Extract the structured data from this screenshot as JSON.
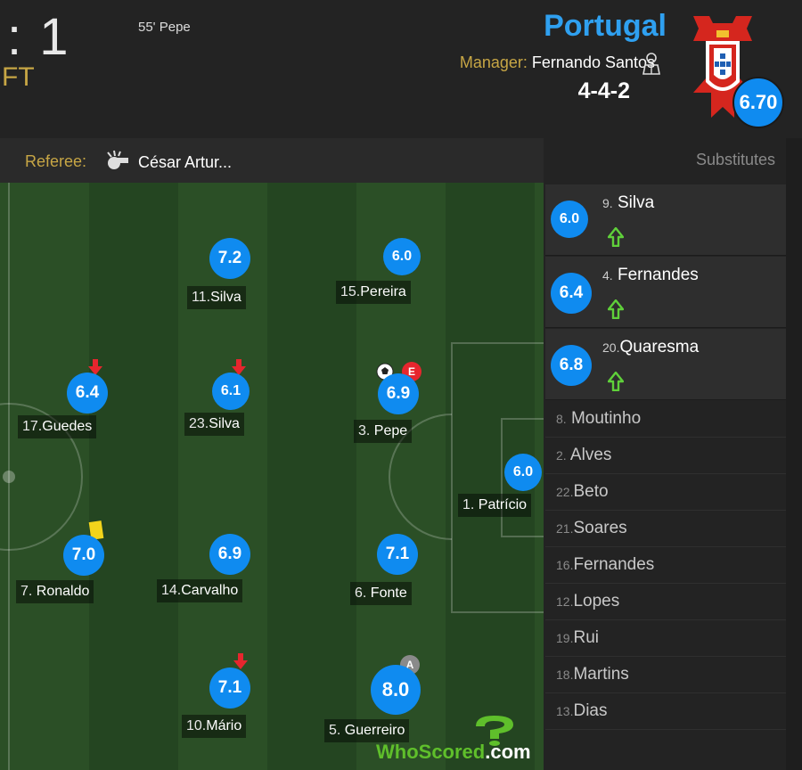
{
  "header": {
    "score": ": 1",
    "status": "FT",
    "goal_event": "55' Pepe",
    "team_name": "Portugal",
    "manager_label": "Manager:",
    "manager_name": "Fernando Santos",
    "formation": "4-4-2",
    "team_rating": "6.70"
  },
  "referee": {
    "label": "Referee:",
    "name": "César Artur..."
  },
  "players": [
    {
      "num": "11.",
      "name": "Silva",
      "rating": "7.2"
    },
    {
      "num": "15.",
      "name": "Pereira",
      "rating": "6.0"
    },
    {
      "num": "17.",
      "name": "Guedes",
      "rating": "6.4"
    },
    {
      "num": "23.",
      "name": "Silva",
      "rating": "6.1"
    },
    {
      "num": "3. ",
      "name": "Pepe",
      "rating": "6.9"
    },
    {
      "num": "1. ",
      "name": "Patrício",
      "rating": "6.0"
    },
    {
      "num": "7. ",
      "name": "Ronaldo",
      "rating": "7.0"
    },
    {
      "num": "14.",
      "name": "Carvalho",
      "rating": "6.9"
    },
    {
      "num": "6. ",
      "name": "Fonte",
      "rating": "7.1"
    },
    {
      "num": "10.",
      "name": "Mário",
      "rating": "7.1"
    },
    {
      "num": "5. ",
      "name": "Guerreiro",
      "rating": "8.0"
    }
  ],
  "badges": {
    "own_goal": "E",
    "captain": "A"
  },
  "branding": {
    "who": "WhoScored",
    "dot_com": ".com"
  },
  "substitutes": {
    "title": "Substitutes",
    "used": [
      {
        "num": "9.",
        "name": "Silva",
        "rating": "6.0"
      },
      {
        "num": "4.",
        "name": "Fernandes",
        "rating": "6.4"
      },
      {
        "num": "20.",
        "name": "Quaresma",
        "rating": "6.8"
      }
    ],
    "bench": [
      {
        "num": "8.",
        "name": "Moutinho"
      },
      {
        "num": "2.",
        "name": "Alves"
      },
      {
        "num": "22.",
        "name": "Beto"
      },
      {
        "num": "21.",
        "name": "Soares"
      },
      {
        "num": "16.",
        "name": "Fernandes"
      },
      {
        "num": "12.",
        "name": "Lopes"
      },
      {
        "num": "19.",
        "name": "Rui"
      },
      {
        "num": "18.",
        "name": "Martins"
      },
      {
        "num": "13.",
        "name": "Dias"
      }
    ]
  },
  "colors": {
    "accent_blue": "#0f8bf0",
    "gold_label": "#c7a645",
    "team_blue": "#2fa0f0",
    "sub_on_green": "#5fd03a",
    "sub_off_red": "#e6262e",
    "yellow_card": "#f3d41b"
  }
}
